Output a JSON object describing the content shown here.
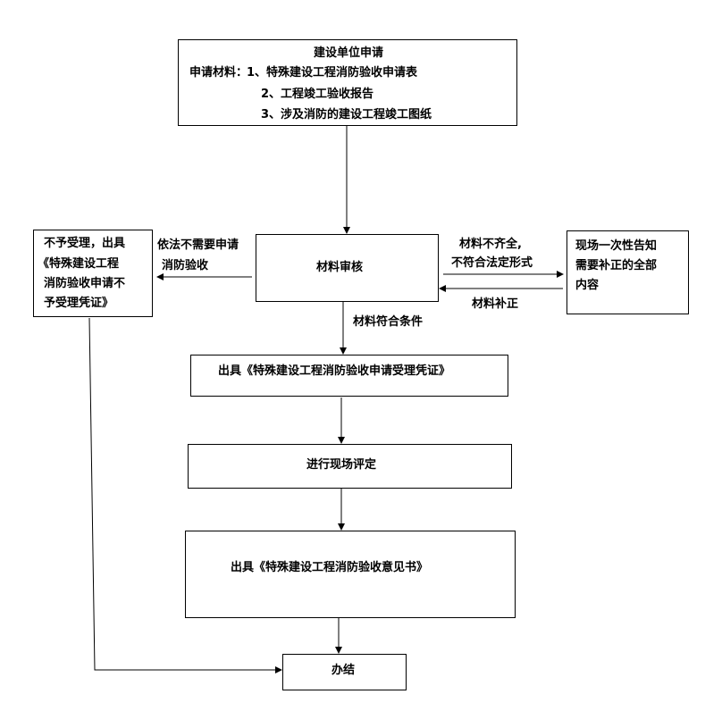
{
  "apply": {
    "title": "建设单位申请",
    "materials_label": "申请材料：",
    "item1": "1、特殊建设工程消防验收申请表",
    "item2": "2、工程竣工验收报告",
    "item3": "3、涉及消防的建设工程竣工图纸"
  },
  "review": {
    "title": "材料审核"
  },
  "reject": {
    "lines": [
      "不予受理，出具",
      "《特殊建设工程",
      "消防验收申请不",
      "予受理凭证》"
    ]
  },
  "reject_label": {
    "line1": "依法不需要申请",
    "line2": "消防验收"
  },
  "notify": {
    "lines": [
      "现场一次性告知",
      "需要补正的全部",
      "内容"
    ]
  },
  "incomplete_label": {
    "line1": "材料不齐全,",
    "line2": "不符合法定形式"
  },
  "supplement_label": "材料补正",
  "qualified_label": "材料符合条件",
  "accept": {
    "title": "出具《特殊建设工程消防验收申请受理凭证》"
  },
  "inspect": {
    "title": "进行现场评定"
  },
  "opinion": {
    "title": "出具《特殊建设工程消防验收意见书》"
  },
  "finish": {
    "title": "办结"
  }
}
